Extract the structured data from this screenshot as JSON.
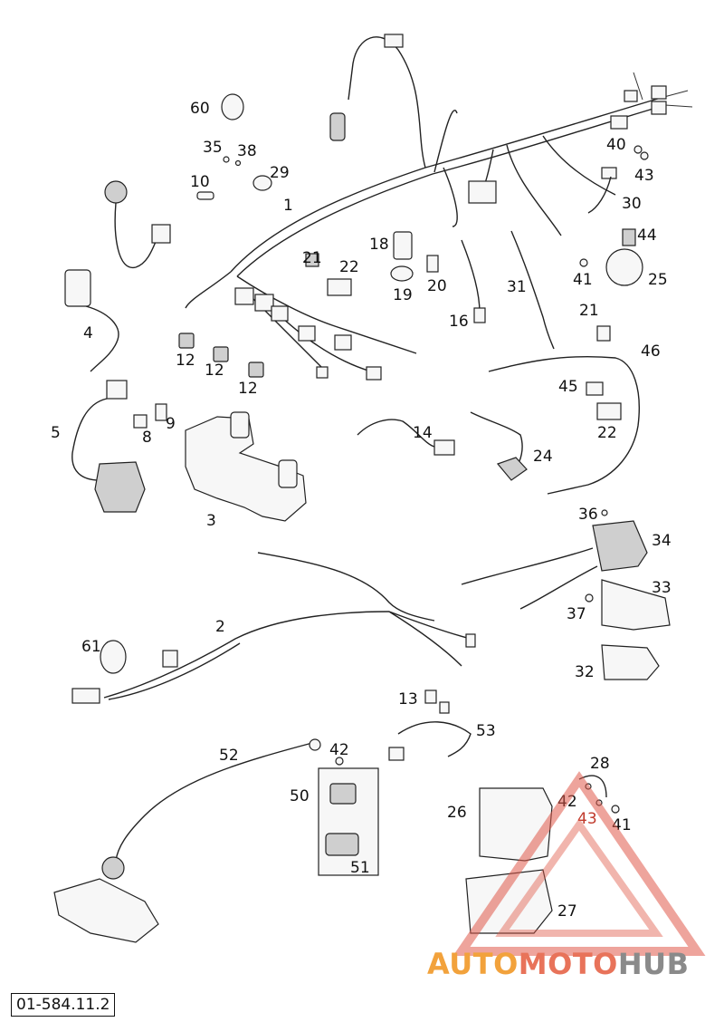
{
  "callouts": [
    "60",
    "35",
    "38",
    "29",
    "10",
    "1",
    "4",
    "5",
    "21",
    "22",
    "18",
    "19",
    "20",
    "12",
    "12",
    "12",
    "8",
    "9",
    "3",
    "16",
    "31",
    "40",
    "43",
    "30",
    "44",
    "41",
    "25",
    "21",
    "46",
    "45",
    "22",
    "14",
    "24",
    "36",
    "34",
    "33",
    "37",
    "2",
    "61",
    "32",
    "13",
    "53",
    "52",
    "42",
    "50",
    "51",
    "28",
    "42",
    "43",
    "41",
    "26",
    "27"
  ],
  "drawing_code": "01-584.11.2",
  "watermark": {
    "part1": "AUTO",
    "part2": "MOTO",
    "part3": "HUB"
  }
}
